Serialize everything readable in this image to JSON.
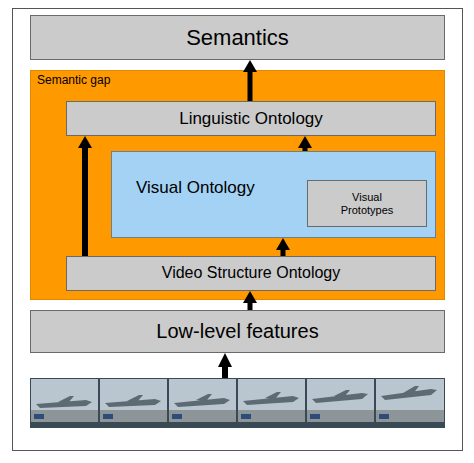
{
  "diagram": {
    "nodes": [
      {
        "text": [
          "Semantics"
        ]
      },
      {
        "text": [
          "Semantic gap"
        ]
      },
      {
        "text": [
          "Linguistic Ontology"
        ],
        "in": 1
      },
      {
        "text": [
          "Visual Ontology"
        ],
        "in": 1
      },
      {
        "text": [
          "Visual Prototypes"
        ],
        "in": 3
      },
      {
        "text": [
          "Video Structure Ontology"
        ],
        "in": 1
      },
      {
        "text": [
          "Low-level features"
        ]
      }
    ],
    "edges": [
      {
        "from": 2,
        "to": 0,
        "arrow": "to"
      },
      {
        "from": 5,
        "to": 2,
        "arrow": "to"
      },
      {
        "from": 3,
        "to": 2,
        "arrow": "to"
      },
      {
        "from": 5,
        "to": 3,
        "arrow": "to"
      },
      {
        "from": 6,
        "to": 5,
        "arrow": "to"
      }
    ]
  }
}
